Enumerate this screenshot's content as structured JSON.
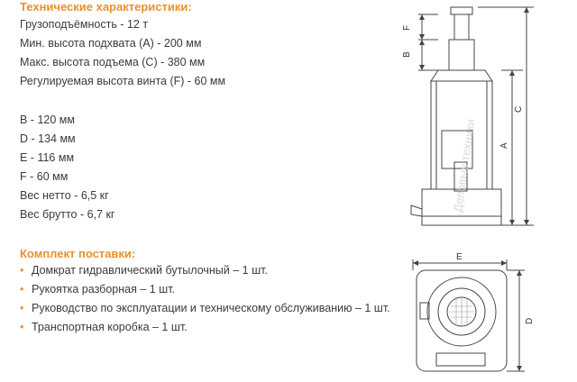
{
  "specs": {
    "heading": "Технические характеристики:",
    "lines": [
      "Грузоподъёмность - 12 т",
      "Мин. высота подхвата (A) - 200 мм",
      "Макс. высота подъема (C) - 380 мм",
      "Регулируемая высота винта (F) - 60 мм"
    ],
    "dims": [
      "B - 120 мм",
      "D - 134 мм",
      "E - 116 мм",
      "F - 60 мм",
      "Вес нетто - 6,5 кг",
      "Вес брутто - 6,7 кг"
    ]
  },
  "kit": {
    "heading": "Комплект поставки:",
    "items": [
      "Домкрат гидравлический бутылочный – 1 шт.",
      "Рукоятка разборная – 1 шт.",
      "Руководство по эксплуатации и техническому обслуживанию – 1 шт.",
      "Транспортная коробка – 1 шт."
    ]
  },
  "drawing": {
    "labels": {
      "F": "F",
      "B": "B",
      "C": "C",
      "A": "A",
      "E": "E",
      "D": "D"
    },
    "watermark": "Деловые техники",
    "accent_color": "#e8912f",
    "line_color": "#444444"
  }
}
